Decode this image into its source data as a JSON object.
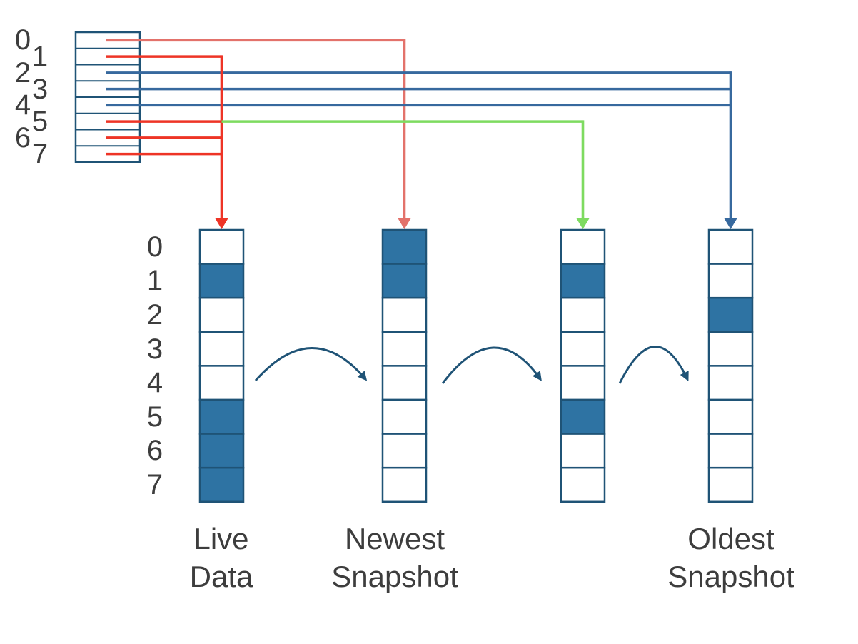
{
  "diagram_name": "live-data-snapshot-block-mapping",
  "colors": {
    "cell_fill": "#2e73a3",
    "cell_border": "#1f5376",
    "arc_arrow": "#1f5376",
    "red": "#ee3426",
    "salmon": "#e3726b",
    "green": "#7edb60",
    "blue": "#37699e",
    "text": "#3d3d3d",
    "background": "#ffffff"
  },
  "index_stack": {
    "labels": [
      "0",
      "1",
      "2",
      "3",
      "4",
      "5",
      "6",
      "7"
    ]
  },
  "columns": [
    {
      "id": "live-data",
      "label_lines": [
        "Live",
        "Data"
      ],
      "row_labels": [
        "0",
        "1",
        "2",
        "3",
        "4",
        "5",
        "6",
        "7"
      ],
      "filled_rows": [
        1,
        5,
        6,
        7
      ],
      "pointer_color": "red"
    },
    {
      "id": "newest-snapshot",
      "label_lines": [
        "Newest",
        "Snapshot"
      ],
      "row_labels": [],
      "filled_rows": [
        0,
        1
      ],
      "pointer_color": "salmon"
    },
    {
      "id": "middle-snapshot",
      "label_lines": [],
      "row_labels": [],
      "filled_rows": [
        1,
        5
      ],
      "pointer_color": "green"
    },
    {
      "id": "oldest-snapshot",
      "label_lines": [
        "Oldest",
        "Snapshot"
      ],
      "row_labels": [],
      "filled_rows": [
        2
      ],
      "pointer_color": "blue"
    }
  ],
  "block_map": [
    {
      "block": "0",
      "color": "salmon",
      "target": "newest-snapshot"
    },
    {
      "block": "1",
      "color": "red",
      "target": "live-data"
    },
    {
      "block": "2",
      "color": "blue",
      "target": "oldest-snapshot"
    },
    {
      "block": "3",
      "color": "blue",
      "target": "oldest-snapshot"
    },
    {
      "block": "4",
      "color": "blue",
      "target": "oldest-snapshot"
    },
    {
      "block": "5",
      "color": "red",
      "target": "live-data"
    },
    {
      "block": "5",
      "color": "green",
      "target": "middle-snapshot"
    },
    {
      "block": "6",
      "color": "red",
      "target": "live-data"
    },
    {
      "block": "7",
      "color": "red",
      "target": "live-data"
    }
  ],
  "flow_arcs": [
    {
      "from": "live-data",
      "to": "newest-snapshot"
    },
    {
      "from": "newest-snapshot",
      "to": "middle-snapshot"
    },
    {
      "from": "middle-snapshot",
      "to": "oldest-snapshot"
    }
  ]
}
